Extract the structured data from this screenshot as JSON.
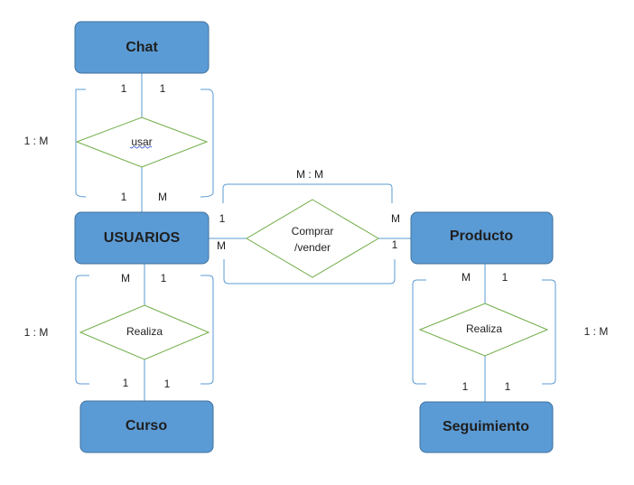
{
  "entities": {
    "chat": "Chat",
    "usuarios": "USUARIOS",
    "producto": "Producto",
    "curso": "Curso",
    "seguimiento": "Seguimiento"
  },
  "relationships": {
    "usar": "usar",
    "comprar_line1": "Comprar",
    "comprar_line2": "/vender",
    "realiza_left": "Realiza",
    "realiza_right": "Realiza"
  },
  "cardinalities": {
    "chat_usuarios_overall": "1 : M",
    "chat_side_left": "1",
    "chat_side_right": "1",
    "usuarios_side_left": "1",
    "usuarios_side_right": "M",
    "compra_overall": "M : M",
    "compra_usuarios_top": "1",
    "compra_usuarios_bottom": "M",
    "compra_producto_top": "M",
    "compra_producto_bottom": "1",
    "curso_overall": "1 : M",
    "usuarios_curso_left": "M",
    "usuarios_curso_right": "1",
    "curso_side_left": "1",
    "curso_side_right": "1",
    "seguimiento_overall": "1 : M",
    "producto_seg_left": "M",
    "producto_seg_right": "1",
    "seg_side_left": "1",
    "seg_side_right": "1"
  }
}
